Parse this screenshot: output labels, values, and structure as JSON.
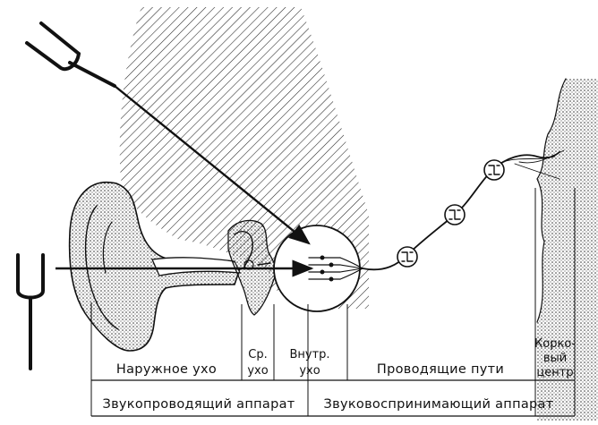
{
  "labels": {
    "outer_ear": "Наружное ухо",
    "middle_ear_1": "Ср.",
    "middle_ear_2": "ухо",
    "inner_ear_1": "Внутр.",
    "inner_ear_2": "ухо",
    "pathways": "Проводящие пути",
    "cortex_1": "Корко-",
    "cortex_2": "вый",
    "cortex_3": "центр",
    "sound_conducting": "Звукопроводящий аппарат",
    "sound_perceiving": "Звуковоспринимающий аппарат"
  },
  "icons": [
    "tuning-fork-icon",
    "tuning-fork-icon",
    "neuron-relay-icon"
  ],
  "colors": {
    "ink": "#111111",
    "background": "#ffffff"
  }
}
